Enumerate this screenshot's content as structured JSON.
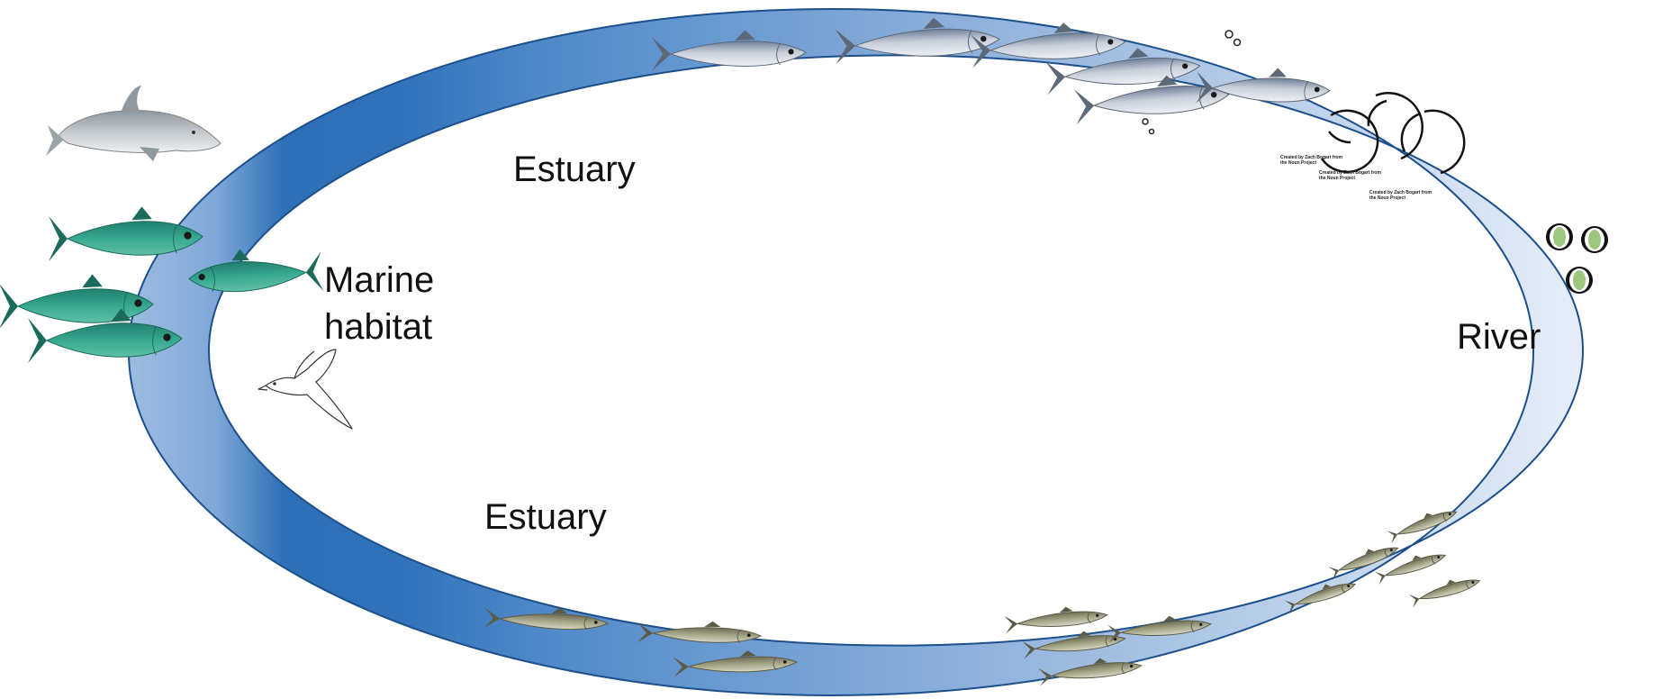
{
  "diagram": {
    "labels": {
      "estuary_top": "Estuary",
      "estuary_bottom": "Estuary",
      "marine": "Marine\nhabitat",
      "river": "River"
    },
    "credits": [
      "Created by Zach Bogart from the Noun Project",
      "Created by Zach Bogart from the Noun Project",
      "Created by Zach Bogart from the Noun Project"
    ],
    "colors": {
      "ring_dark": "#2d6fb7",
      "ring_light": "#e9f0f9",
      "ring_edge": "#1c4f8c",
      "adult_fish": "#a9b3c3",
      "juvenile_fish": "#9a9a7c",
      "predator_fish": "#2d9b87",
      "porpoise": "#b7bfc4",
      "egg": "#9cc77d"
    },
    "icons": [
      "adult-shad-icon",
      "juvenile-shad-icon",
      "predator-fish-icon",
      "porpoise-icon",
      "seagull-icon",
      "egg-icon",
      "spawning-loop-icon",
      "bubble-icon"
    ]
  }
}
